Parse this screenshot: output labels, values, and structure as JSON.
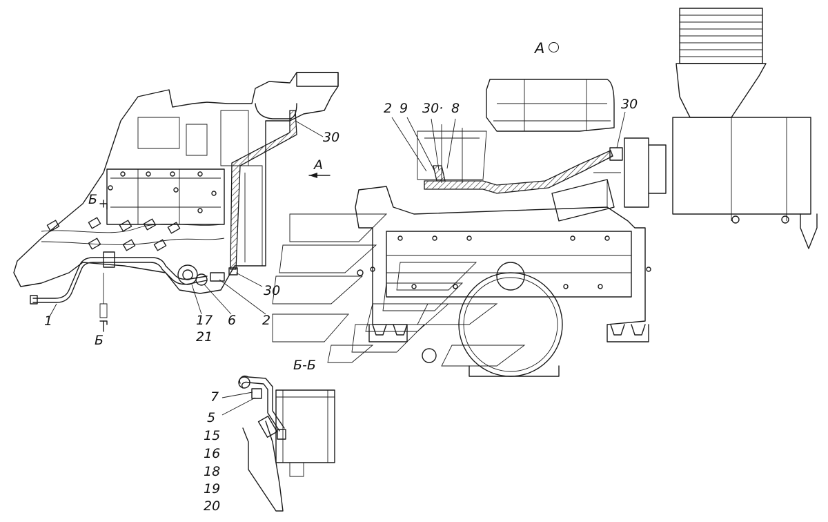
{
  "labels": {
    "view_a_title": "А",
    "view_a_arrow": "А",
    "section_mark_top": "Б",
    "section_mark_bottom": "Б",
    "section_title": "Б-Б",
    "left_view": [
      "30",
      "1",
      "17",
      "21",
      "6",
      "2",
      "30"
    ],
    "right_view": [
      "2",
      "9",
      "30·",
      "8",
      "30"
    ],
    "section_view": [
      "7",
      "5",
      "15",
      "16",
      "18",
      "19",
      "20"
    ]
  },
  "colors": {
    "line": "#1a1a1a",
    "background": "#ffffff",
    "hatch": "#1a1a1a"
  }
}
